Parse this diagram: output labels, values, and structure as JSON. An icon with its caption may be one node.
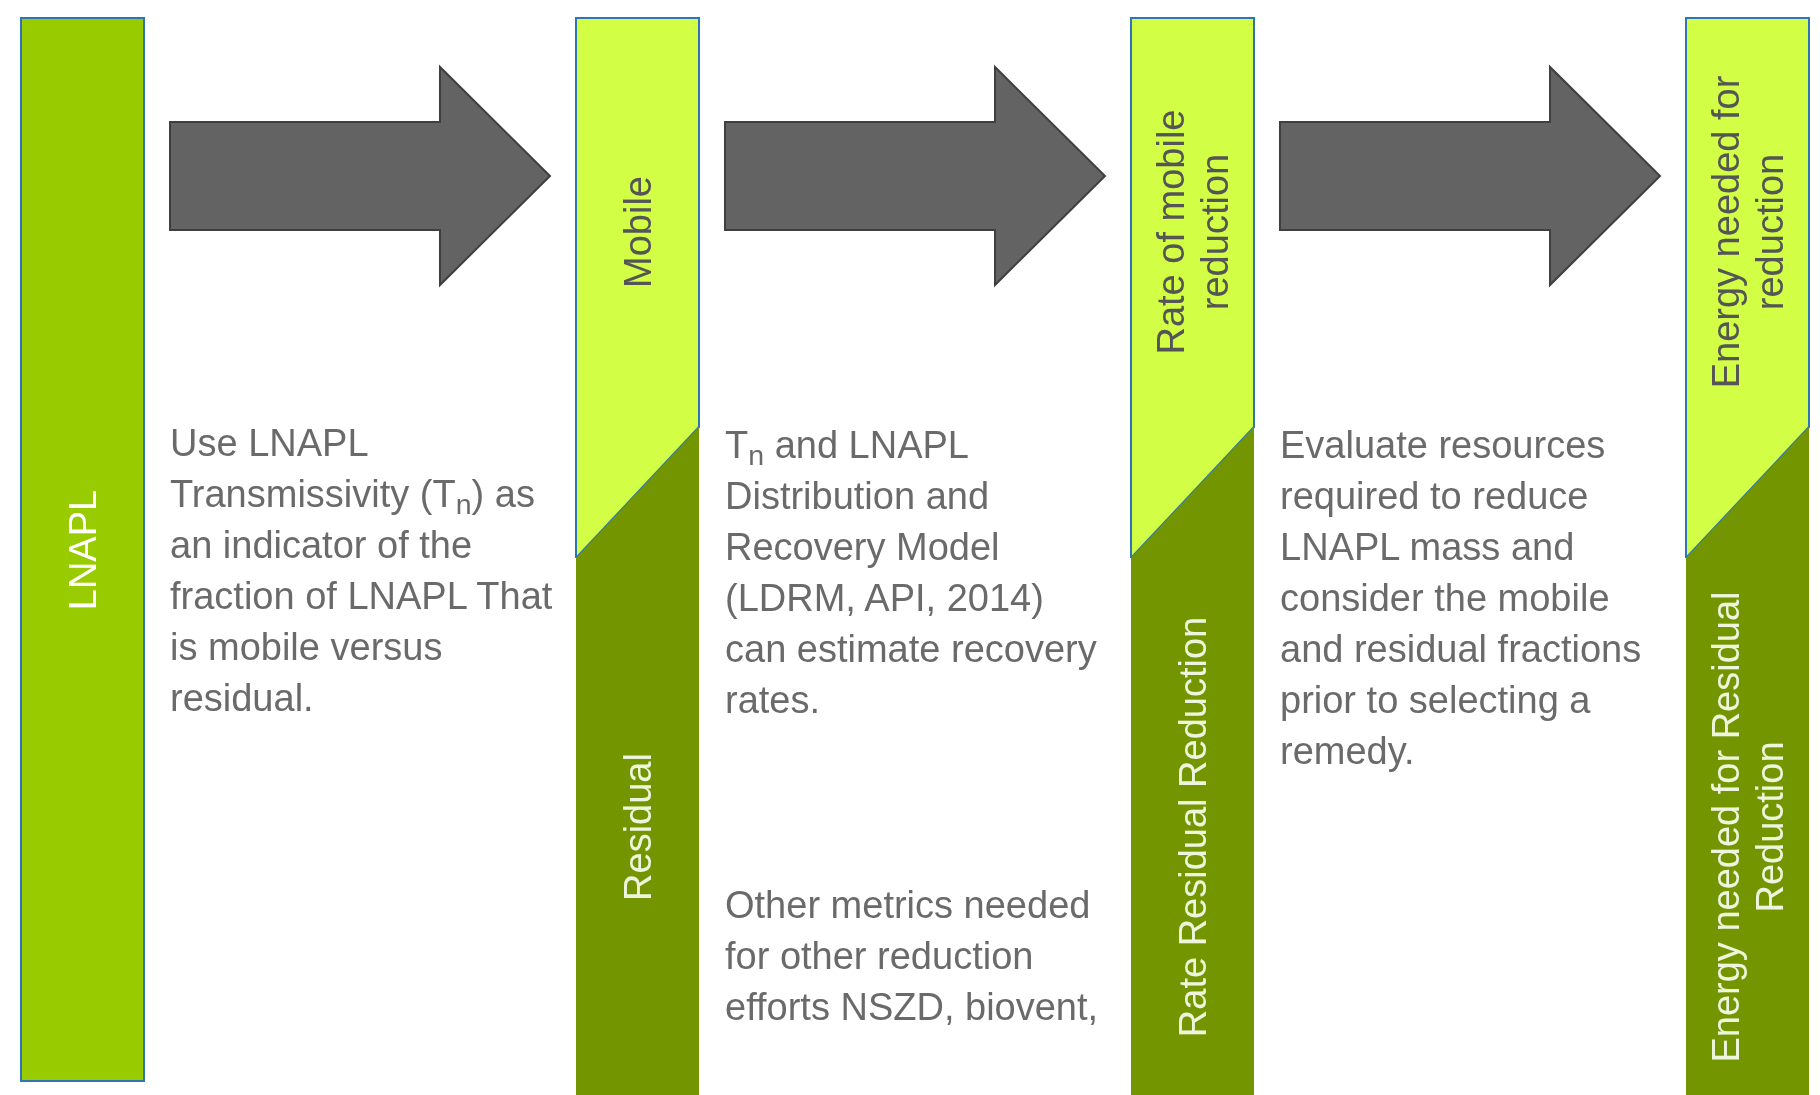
{
  "diagram": {
    "nodes": [
      {
        "text": [
          "LNAPL"
        ]
      },
      {
        "text": [
          "Mobile"
        ]
      },
      {
        "text": [
          "Residual"
        ]
      },
      {
        "text": [
          "Rate of mobile reduction"
        ]
      },
      {
        "text": [
          "Rate Residual Reduction"
        ]
      },
      {
        "text": [
          "Energy needed for reduction"
        ]
      },
      {
        "text": [
          "Energy needed for Residual Reduction"
        ]
      }
    ],
    "edges": [
      {
        "from": 0,
        "to": 1,
        "arrow": "to",
        "style": "thick"
      },
      {
        "from": 1,
        "to": 3,
        "arrow": "to",
        "style": "thick"
      },
      {
        "from": 3,
        "to": 5,
        "arrow": "to",
        "style": "thick"
      }
    ],
    "labels": [
      "Use LNAPL Transmissivity (T$_{n}$) as an indicator of the fraction of LNAPL That is mobile versus residual.",
      "T$_{n}$ and LNAPL Distribution and Recovery Model (LDRM, API, 2014) can estimate recovery rates.",
      "Other metrics needed for other reduction efforts NSZD, biovent,",
      "Evaluate resources required to reduce LNAPL mass and consider the mobile and residual fractions prior to selecting a remedy."
    ]
  }
}
